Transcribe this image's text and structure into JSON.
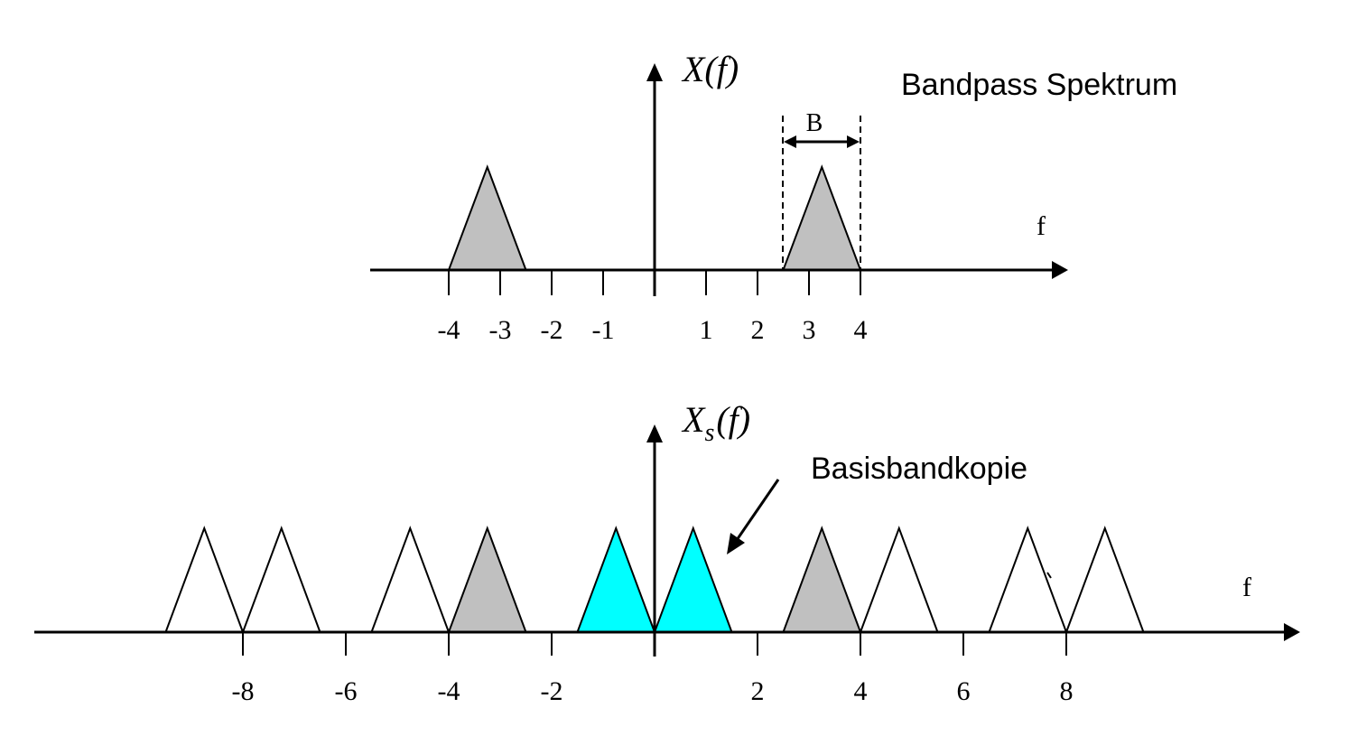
{
  "top": {
    "title": "Bandpass Spektrum",
    "y_label": "X(f)",
    "x_label": "f",
    "bandwidth_label": "B",
    "ticks": [
      -4,
      -3,
      -2,
      -1,
      1,
      2,
      3,
      4
    ],
    "tick_labels": [
      "-4",
      "-3",
      "-2",
      "-1",
      "1",
      "2",
      "3",
      "4"
    ],
    "spectrum": [
      {
        "center": -3.25,
        "half_width": 0.75,
        "fill": "#c0c0c0"
      },
      {
        "center": 3.25,
        "half_width": 0.75,
        "fill": "#c0c0c0"
      }
    ],
    "bandwidth_range": [
      2.5,
      4
    ]
  },
  "bottom": {
    "y_label": "X",
    "y_label_sub": "s",
    "y_label_arg": "(f)",
    "x_label": "f",
    "annotation": "Basisbandkopie",
    "ticks": [
      -8,
      -6,
      -4,
      -2,
      2,
      4,
      6,
      8
    ],
    "tick_labels": [
      "-8",
      "-6",
      "-4",
      "-2",
      "2",
      "4",
      "6",
      "8"
    ],
    "spectrum": [
      {
        "center": -8.75,
        "half_width": 0.75,
        "fill": "#ffffff"
      },
      {
        "center": -7.25,
        "half_width": 0.75,
        "fill": "#ffffff"
      },
      {
        "center": -4.75,
        "half_width": 0.75,
        "fill": "#ffffff"
      },
      {
        "center": -3.25,
        "half_width": 0.75,
        "fill": "#c0c0c0"
      },
      {
        "center": -0.75,
        "half_width": 0.75,
        "fill": "#00ffff"
      },
      {
        "center": 0.75,
        "half_width": 0.75,
        "fill": "#00ffff"
      },
      {
        "center": 3.25,
        "half_width": 0.75,
        "fill": "#c0c0c0"
      },
      {
        "center": 4.75,
        "half_width": 0.75,
        "fill": "#ffffff"
      },
      {
        "center": 7.25,
        "half_width": 0.75,
        "fill": "#ffffff"
      },
      {
        "center": 8.75,
        "half_width": 0.75,
        "fill": "#ffffff"
      }
    ]
  },
  "colors": {
    "original_band": "#c0c0c0",
    "baseband_copy": "#00ffff",
    "other_copies": "#ffffff"
  }
}
